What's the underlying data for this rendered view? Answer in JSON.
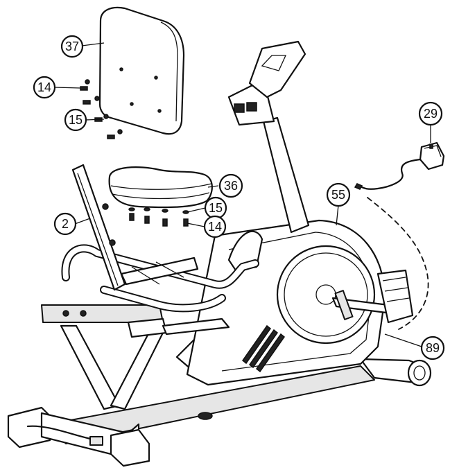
{
  "figure": {
    "colors": {
      "line": "#111111",
      "fill_light": "#e6e6e6",
      "background": "#ffffff"
    },
    "callouts": [
      {
        "id": "backrest",
        "label": "37"
      },
      {
        "id": "backrest-bolt",
        "label": "14"
      },
      {
        "id": "backrest-washer",
        "label": "15"
      },
      {
        "id": "seat",
        "label": "36"
      },
      {
        "id": "seat-washer",
        "label": "15"
      },
      {
        "id": "seat-bolt",
        "label": "14"
      },
      {
        "id": "seat-frame",
        "label": "2"
      },
      {
        "id": "adapter",
        "label": "29"
      },
      {
        "id": "side-cover",
        "label": "55"
      },
      {
        "id": "power-cable",
        "label": "89"
      }
    ]
  }
}
